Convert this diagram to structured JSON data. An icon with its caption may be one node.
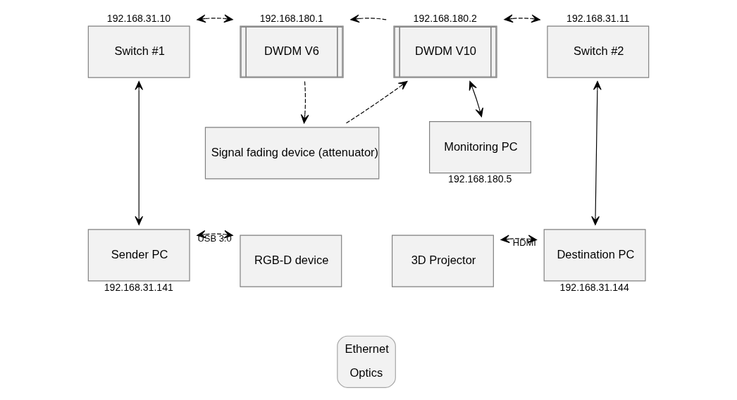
{
  "diagram": {
    "nodes": [
      {
        "text": [
          "Switch #1"
        ],
        "beside": [
          "192.168.31.10"
        ]
      },
      {
        "text": [
          "DWDM V6"
        ],
        "beside": [
          "192.168.180.1"
        ]
      },
      {
        "text": [
          "DWDM V10"
        ],
        "beside": [
          "192.168.180.2"
        ]
      },
      {
        "text": [
          "Switch #2"
        ],
        "beside": [
          "192.168.31.11"
        ]
      },
      {
        "text": [
          "Signal fading device (attenuator)"
        ]
      },
      {
        "text": [
          "Monitoring PC"
        ],
        "beside": [
          "192.168.180.5"
        ]
      },
      {
        "text": [
          "Sender PC"
        ],
        "beside": [
          "192.168.31.141"
        ]
      },
      {
        "text": [
          "RGB-D device"
        ]
      },
      {
        "text": [
          "3D Projector"
        ]
      },
      {
        "text": [
          "Destination PC"
        ],
        "beside": [
          "192.168.31.144"
        ]
      }
    ],
    "edges": [
      {
        "from": 0,
        "to": 1,
        "arrow": "both",
        "style": "dashed"
      },
      {
        "from": 2,
        "to": 1,
        "arrow": "to",
        "style": "dashed"
      },
      {
        "from": 2,
        "to": 3,
        "arrow": "both",
        "style": "dashed"
      },
      {
        "from": 1,
        "to": 4,
        "arrow": "to",
        "style": "dashed"
      },
      {
        "from": 4,
        "to": 2,
        "arrow": "to",
        "style": "dashed"
      },
      {
        "from": 2,
        "to": 5,
        "arrow": "both"
      },
      {
        "from": 0,
        "to": 6,
        "arrow": "both"
      },
      {
        "from": 3,
        "to": 9,
        "arrow": "both"
      },
      {
        "from": 6,
        "to": 7,
        "arrow": "both",
        "style": "dashed",
        "label": "USB 3.0"
      },
      {
        "from": 8,
        "to": 9,
        "arrow": "both",
        "style": "dashed",
        "label": "HDMI"
      }
    ],
    "legend": [
      {
        "text": "Ethernet"
      },
      {
        "text": "Optics"
      }
    ]
  }
}
